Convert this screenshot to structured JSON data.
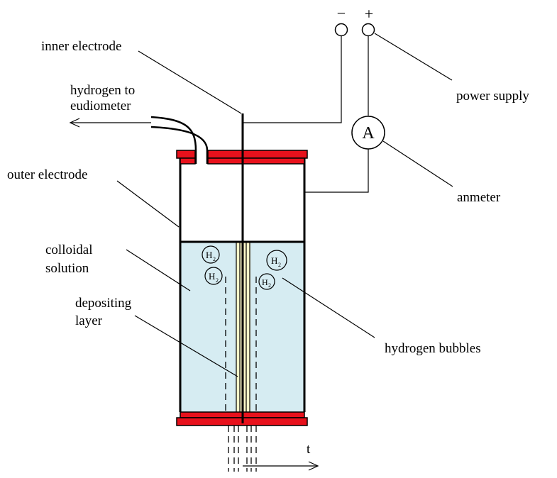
{
  "labels": {
    "inner_electrode": "inner electrode",
    "hydrogen_line1": "hydrogen to",
    "hydrogen_line2": "eudiometer",
    "outer_electrode": "outer electrode",
    "colloidal_line1": "colloidal",
    "colloidal_line2": "solution",
    "depositing_line1": "depositing",
    "depositing_line2": "layer",
    "power_supply": "power supply",
    "anmeter": "anmeter",
    "hydrogen_bubbles": "hydrogen bubbles",
    "t_axis": "t"
  },
  "terminals": {
    "negative": "−",
    "positive": "+"
  },
  "ammeter_symbol": "A",
  "bubbles": [
    {
      "text": "H",
      "sub": "2"
    },
    {
      "text": "H",
      "sub": "2"
    },
    {
      "text": "H",
      "sub": "2"
    },
    {
      "text": "H",
      "sub": "2"
    }
  ],
  "colors": {
    "caps": "#e8111c",
    "solution": "#d6ecf2",
    "deposit": "#fbf6c8",
    "lines": "#000000"
  }
}
